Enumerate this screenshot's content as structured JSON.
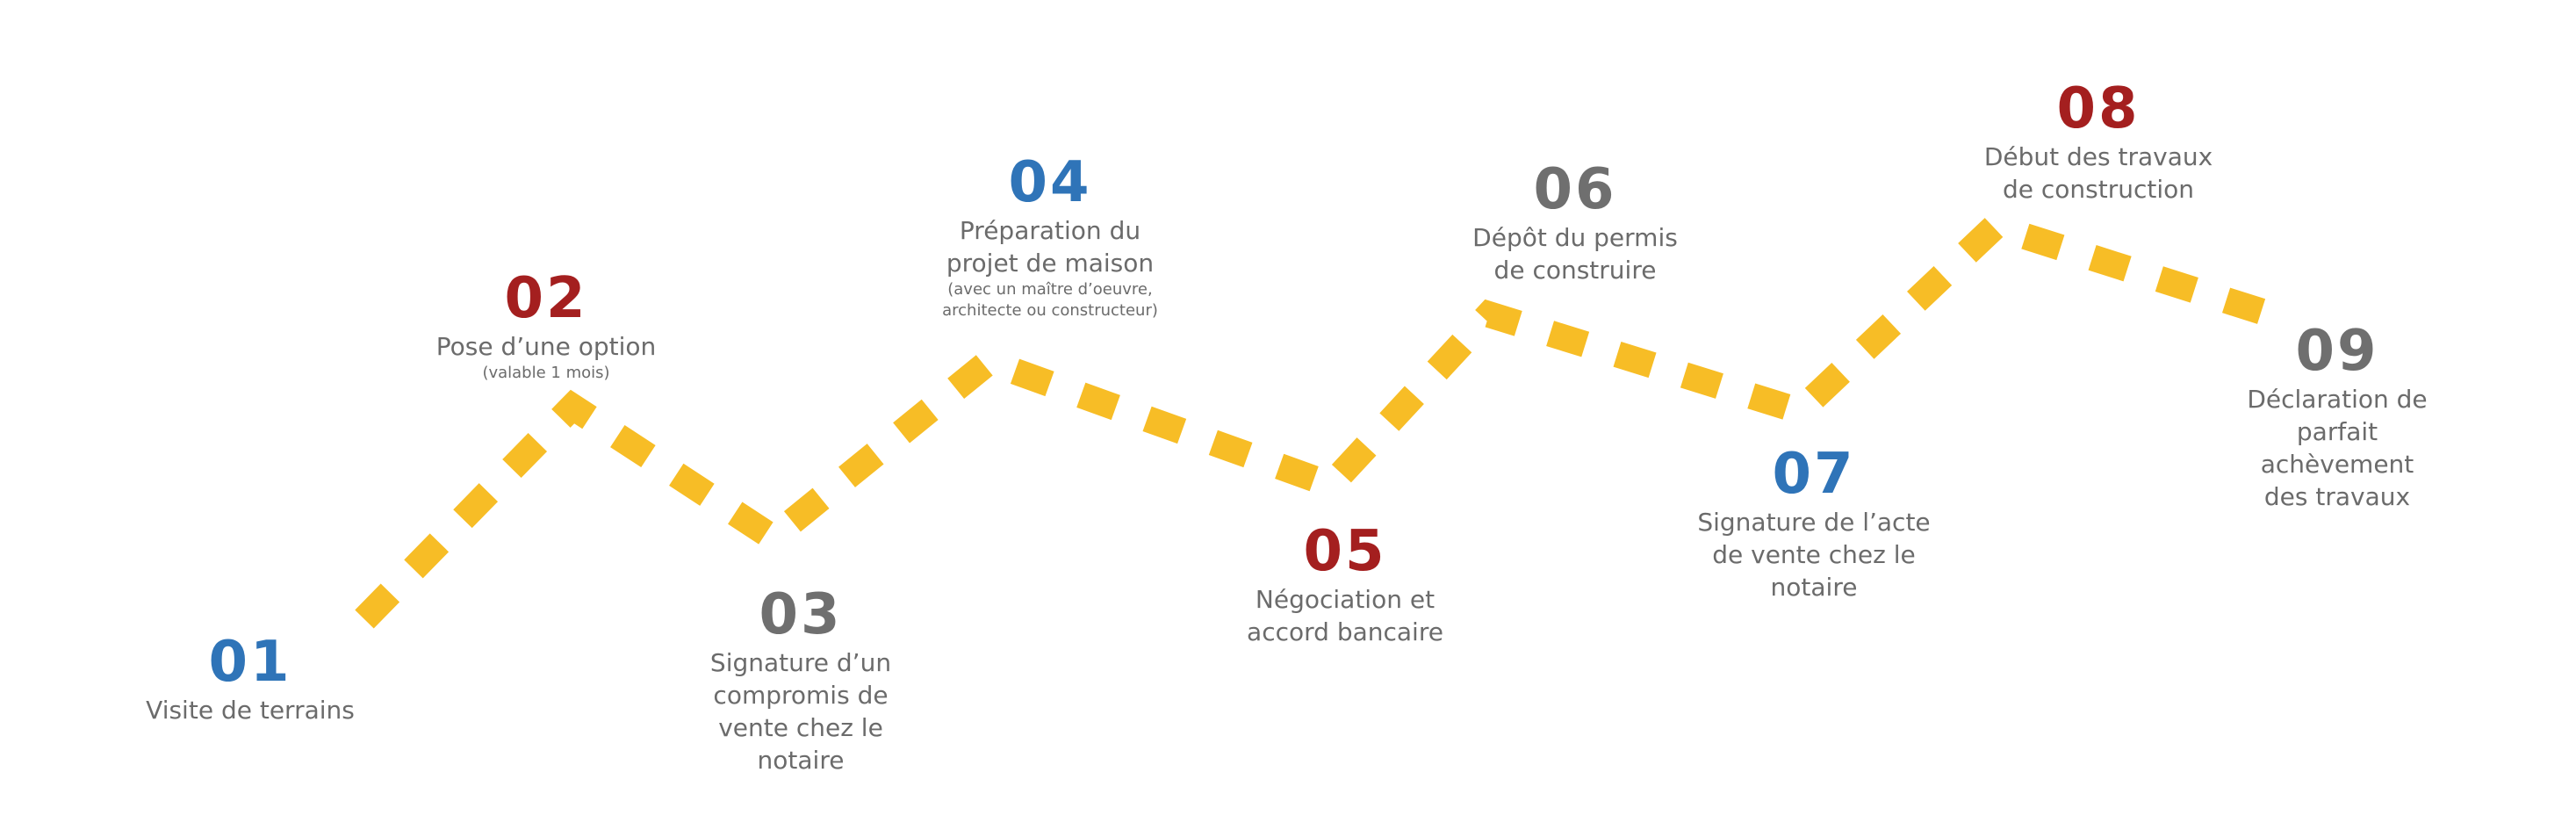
{
  "colors": {
    "path": "#f7bd26",
    "blue": "#2f74b8",
    "red": "#a41f1f",
    "gray": "#6f6f6f",
    "text": "#6b6b6b"
  },
  "steps": [
    {
      "number": "01",
      "color": "blue",
      "label": "Visite de terrains",
      "note": ""
    },
    {
      "number": "02",
      "color": "red",
      "label": "Pose d’une option",
      "note": "(valable 1 mois)"
    },
    {
      "number": "03",
      "color": "gray",
      "label": "Signature d’un\ncompromis de\nvente chez le\nnotaire",
      "note": ""
    },
    {
      "number": "04",
      "color": "blue",
      "label": "Préparation du\nprojet de maison",
      "note": "(avec un maître d’oeuvre,\narchitecte ou constructeur)"
    },
    {
      "number": "05",
      "color": "red",
      "label": "Négociation et\naccord bancaire",
      "note": ""
    },
    {
      "number": "06",
      "color": "gray",
      "label": "Dépôt du permis\nde construire",
      "note": ""
    },
    {
      "number": "07",
      "color": "blue",
      "label": "Signature de l’acte\nde vente chez le\nnotaire",
      "note": ""
    },
    {
      "number": "08",
      "color": "red",
      "label": "Début des travaux\nde construction",
      "note": ""
    },
    {
      "number": "09",
      "color": "gray",
      "label": "Déclaration de\nparfait achèvement\ndes travaux",
      "note": ""
    }
  ]
}
